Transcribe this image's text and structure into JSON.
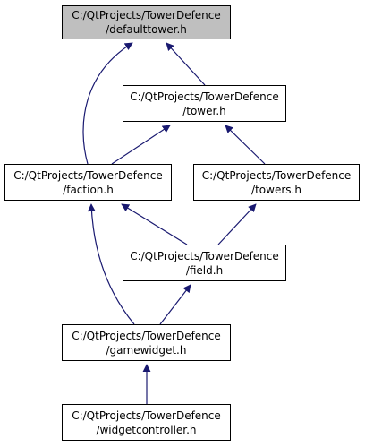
{
  "colors": {
    "edge": "#191970",
    "node_border": "#000000",
    "node_fill": "#ffffff",
    "root_fill": "#bfbfbf"
  },
  "nodes": {
    "defaulttower": {
      "line1": "C:/QtProjects/TowerDefence",
      "line2": "/defaulttower.h"
    },
    "tower": {
      "line1": "C:/QtProjects/TowerDefence",
      "line2": "/tower.h"
    },
    "faction": {
      "line1": "C:/QtProjects/TowerDefence",
      "line2": "/faction.h"
    },
    "towers": {
      "line1": "C:/QtProjects/TowerDefence",
      "line2": "/towers.h"
    },
    "field": {
      "line1": "C:/QtProjects/TowerDefence",
      "line2": "/field.h"
    },
    "gamewidget": {
      "line1": "C:/QtProjects/TowerDefence",
      "line2": "/gamewidget.h"
    },
    "widgetcontroller": {
      "line1": "C:/QtProjects/TowerDefence",
      "line2": "/widgetcontroller.h"
    }
  },
  "edges": [
    {
      "from": "tower",
      "to": "defaulttower"
    },
    {
      "from": "faction",
      "to": "defaulttower"
    },
    {
      "from": "faction",
      "to": "tower"
    },
    {
      "from": "towers",
      "to": "tower"
    },
    {
      "from": "field",
      "to": "faction"
    },
    {
      "from": "field",
      "to": "towers"
    },
    {
      "from": "gamewidget",
      "to": "faction"
    },
    {
      "from": "gamewidget",
      "to": "field"
    },
    {
      "from": "widgetcontroller",
      "to": "gamewidget"
    }
  ]
}
